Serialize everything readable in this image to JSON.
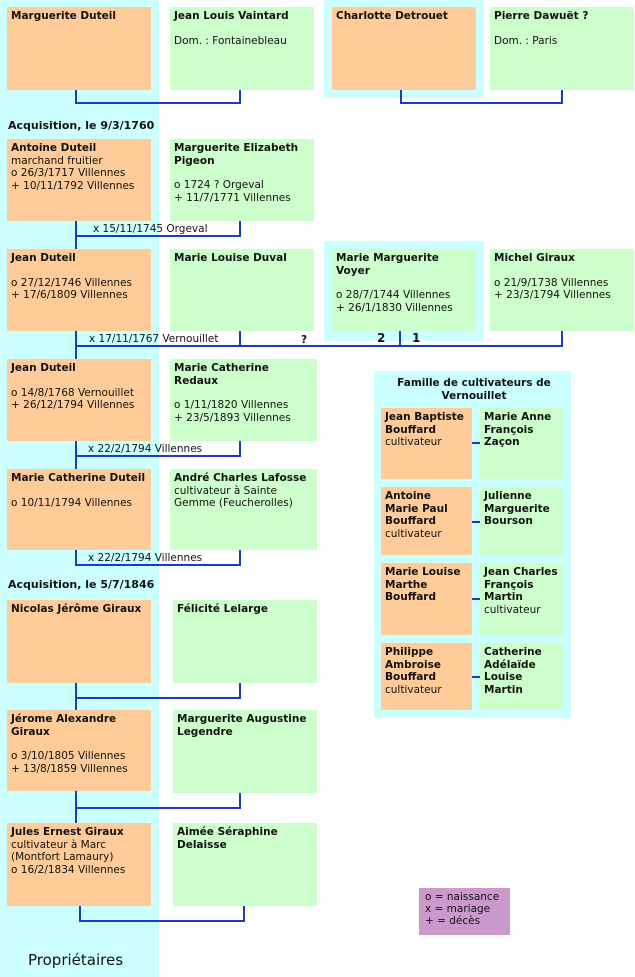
{
  "couples": [
    {
      "husband": {
        "name": "Marguerite Duteil",
        "lines": []
      },
      "wife": {
        "name": "Jean Louis Vaintard",
        "lines": [
          "",
          "Dom. : Fontainebleau"
        ]
      }
    },
    {
      "husband": {
        "name": "Charlotte Detrouet",
        "lines": []
      },
      "wife": {
        "name": "Pierre Dawuët ?",
        "lines": [
          "",
          "Dom. :  Paris"
        ]
      }
    },
    {
      "husband": {
        "name": "Antoine Duteil",
        "lines": [
          "marchand fruitier",
          "o 26/3/1717 Villennes",
          "+ 10/11/1792 Villennes"
        ]
      },
      "wife": {
        "name": "Marguerite Elizabeth Pigeon",
        "lines": [
          "",
          "o 1724 ? Orgeval",
          "+ 11/7/1771 Villennes"
        ]
      },
      "marriage": "x 15/11/1745 Orgeval"
    },
    {
      "husband": {
        "name": "Jean Duteil",
        "lines": [
          "",
          "o 27/12/1746 Villennes",
          "+ 17/6/1809 Villennes"
        ]
      },
      "wife": {
        "name": "Marie Louise Duval",
        "lines": []
      },
      "marriage": "x 17/11/1767 Vernouillet"
    },
    {
      "husband": {
        "name": "Marie Marguerite Voyer",
        "lines": [
          "",
          "o 28/7/1744 Villennes",
          "+ 26/1/1830 Villennes"
        ]
      },
      "wife": {
        "name": "Michel Giraux",
        "lines": [
          "",
          "o 21/9/1738 Villennes",
          "+ 23/3/1794 Villennes"
        ]
      }
    },
    {
      "husband": {
        "name": "Jean Duteil",
        "lines": [
          "",
          "o 14/8/1768 Vernouillet",
          "+ 26/12/1794 Villennes"
        ]
      },
      "wife": {
        "name": "Marie Catherine Redaux",
        "lines": [
          "",
          "o 1/11/1820 Villennes",
          "+ 23/5/1893 Villennes"
        ]
      },
      "marriage": "x 22/2/1794 Villennes"
    },
    {
      "husband": {
        "name": "Marie Catherine Duteil",
        "lines": [
          "",
          "o 10/11/1794 Villennes"
        ]
      },
      "wife": {
        "name": "André Charles Lafosse",
        "lines": [
          "cultivateur à Sainte Gemme (Feucherolles)"
        ]
      },
      "marriage": "x 22/2/1794 Villennes"
    },
    {
      "husband": {
        "name": "Nicolas Jérôme Giraux",
        "lines": []
      },
      "wife": {
        "name": "Félicité Lelarge",
        "lines": []
      }
    },
    {
      "husband": {
        "name": "Jérome Alexandre Giraux",
        "lines": [
          "",
          "o 3/10/1805 Villennes",
          "+ 13/8/1859 Villennes"
        ]
      },
      "wife": {
        "name": "Marguerite Augustine Legendre",
        "lines": []
      }
    },
    {
      "husband": {
        "name": "Jules Ernest Giraux",
        "lines": [
          "cultivateur à Marc (Montfort Lamaury)",
          "o 16/2/1834 Villennes"
        ]
      },
      "wife": {
        "name": "Aimée Séraphine Delaisse",
        "lines": []
      }
    }
  ],
  "acquisitions": [
    "Acquisition, le 9/3/1760",
    "Acquisition, le 5/7/1846"
  ],
  "link_markers": {
    "question": "?",
    "two": "2",
    "one": "1"
  },
  "family": {
    "title": "Famille de cultivateurs de Vernouillet",
    "pairs": [
      {
        "husband": {
          "name": "Jean Baptiste Bouffard",
          "lines": [
            "cultivateur"
          ]
        },
        "wife": {
          "name": "Marie Anne François Zaçon",
          "lines": []
        }
      },
      {
        "husband": {
          "name": "Antoine Marie Paul Bouffard",
          "lines": [
            "cultivateur"
          ]
        },
        "wife": {
          "name": "Julienne Marguerite Bourson",
          "lines": []
        }
      },
      {
        "husband": {
          "name": "Marie Louise Marthe Bouffard",
          "lines": []
        },
        "wife": {
          "name": "Jean Charles François Martin",
          "lines": [
            "cultivateur"
          ]
        }
      },
      {
        "husband": {
          "name": "Philippe Ambroise Bouffard",
          "lines": [
            "cultivateur"
          ]
        },
        "wife": {
          "name": "Catherine Adélaïde Louise Martin",
          "lines": []
        }
      }
    ]
  },
  "legend": [
    "o = naissance",
    "x = mariage",
    "+ = décès"
  ],
  "footer": "Propriétaires",
  "colors": {
    "male_box": "#ffcc99",
    "female_box": "#ccffcc",
    "owners_column": "#ccffff",
    "connector": "#1a3cc0",
    "legend_box": "#cc99cc"
  }
}
